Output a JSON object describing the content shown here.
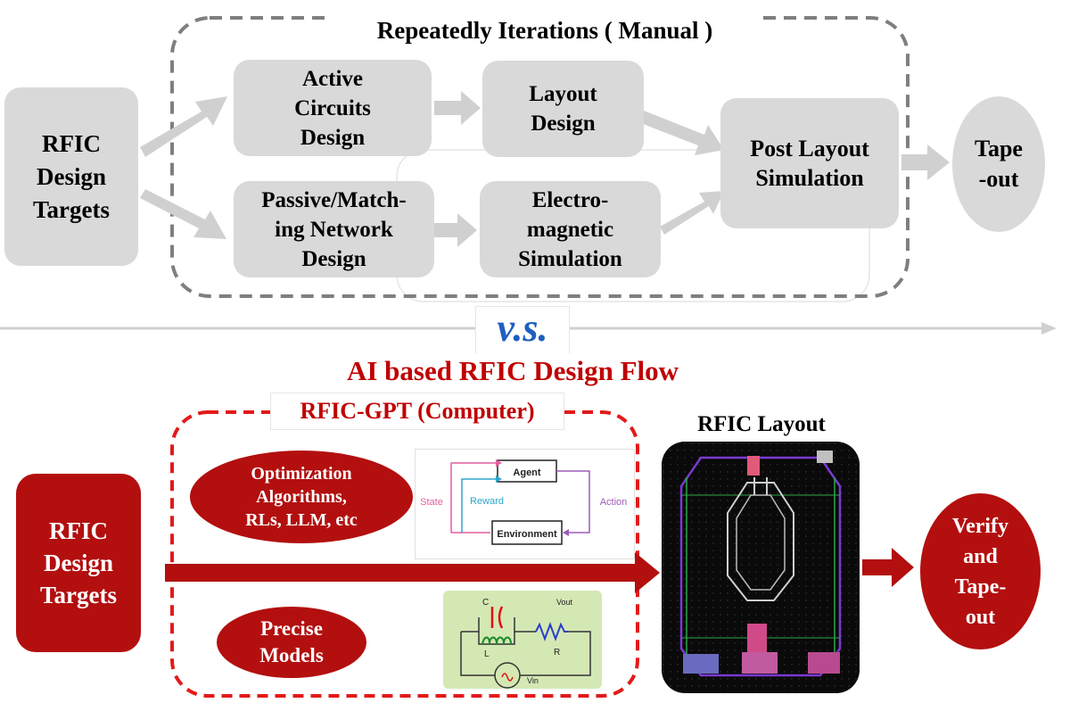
{
  "top": {
    "loop_label": "Repeatedly Iterations ( Manual )",
    "targets": "RFIC\nDesign\nTargets",
    "active": "Active\nCircuits\nDesign",
    "passive": "Passive/Match-\ning Network\nDesign",
    "layout": "Layout\nDesign",
    "em": "Electro-\nmagnetic\nSimulation",
    "post": "Post Layout\nSimulation",
    "tapeout": "Tape\n-out"
  },
  "vs": "v.s.",
  "bottom": {
    "title": "AI based RFIC Design Flow",
    "gpt_label": "RFIC-GPT (Computer)",
    "targets": "RFIC\nDesign\nTargets",
    "optimization": "Optimization\nAlgorithms,\nRLs, LLM, etc",
    "models": "Precise\nModels",
    "layout_title": "RFIC Layout",
    "verify": "Verify\nand\nTape-\nout"
  },
  "rl_diagram": {
    "agent": "Agent",
    "environment": "Environment",
    "state": "State",
    "reward": "Reward",
    "action": "Action"
  },
  "circuit": {
    "c": "C",
    "l": "L",
    "r": "R",
    "vout": "Vout",
    "vin": "Vin"
  },
  "colors": {
    "gray_box": "#d9d9d9",
    "dark_red": "#b30f0f",
    "dashed_red": "#e21a1a",
    "vs_blue": "#1f5fbf",
    "title_red": "#c00000"
  }
}
